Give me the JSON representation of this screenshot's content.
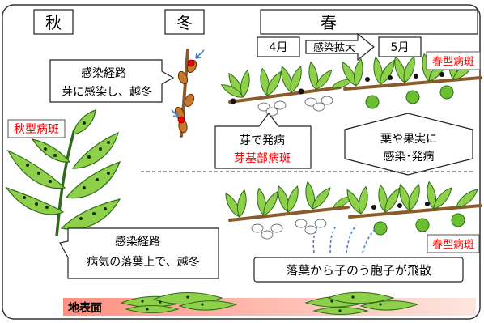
{
  "seasons": {
    "autumn": "秋",
    "winter": "冬",
    "spring": "春"
  },
  "months": {
    "april": "4月",
    "may": "5月",
    "spread_arrow": "感染拡大"
  },
  "winter_route": {
    "line1": "感染経路",
    "line2": "芽に感染し、越冬"
  },
  "autumn_lesion_label": "秋型病斑",
  "bud_onset": {
    "line1": "芽で発病",
    "line2": "芽基部病斑"
  },
  "leaf_fruit_infection": {
    "line1": "葉や果実に",
    "line2": "感染･発病"
  },
  "spring_lesion_label_top": "春型病斑",
  "spring_lesion_label_bottom": "春型病斑",
  "leaf_route": {
    "line1": "感染経路",
    "line2": "病気の落葉上で、越冬"
  },
  "ascospore_scatter": "落葉から子のう胞子が飛散",
  "ground_label": "地表面",
  "colors": {
    "leaf_green": "#8fd04a",
    "leaf_dark": "#2f6b1a",
    "branch_brown": "#8b5a2b",
    "lesion_red": "#ff0000",
    "ground_pink": "#f7b0a0",
    "spore_blue": "#4a7fd0"
  }
}
